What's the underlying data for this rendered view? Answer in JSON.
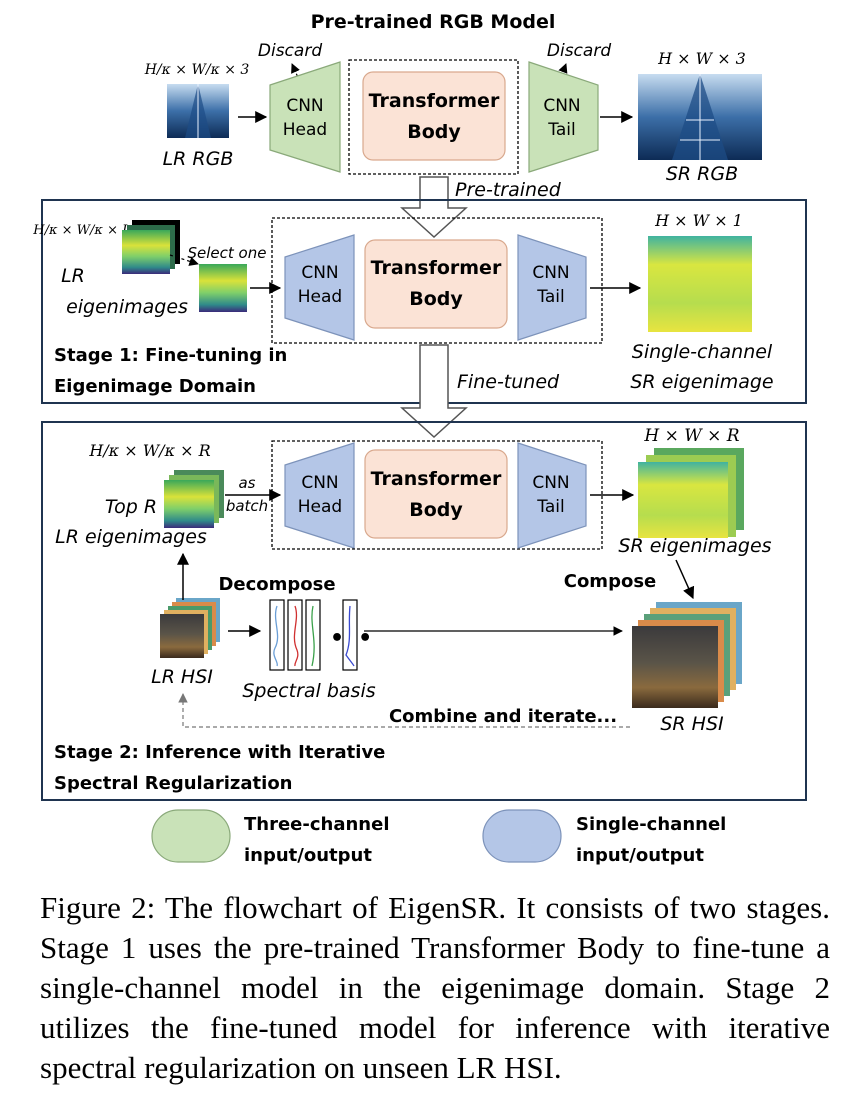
{
  "top": {
    "title": "Pre-trained RGB Model",
    "lr_dims": "H/κ × W/κ × 3",
    "lr_label": "LR RGB",
    "discard_left": "Discard",
    "discard_right": "Discard",
    "head": [
      "CNN",
      "Head"
    ],
    "body": [
      "Transformer",
      "Body"
    ],
    "tail": [
      "CNN",
      "Tail"
    ],
    "sr_dims": "H × W × 3",
    "sr_label": "SR RGB",
    "arrow_label": "Pre-trained"
  },
  "stage1": {
    "lr_dims": "H/κ × W/κ × L",
    "select_label": "Select one",
    "lr_label": [
      "LR",
      "eigenimages"
    ],
    "head": [
      "CNN",
      "Head"
    ],
    "body": [
      "Transformer",
      "Body"
    ],
    "tail": [
      "CNN",
      "Tail"
    ],
    "sr_dims": "H × W × 1",
    "sr_label": [
      "Single-channel",
      "SR eigenimage"
    ],
    "title": [
      "Stage 1: Fine-tuning in",
      "Eigenimage Domain"
    ],
    "arrow_label": "Fine-tuned"
  },
  "stage2": {
    "lr_dims": "H/κ × W/κ × R",
    "batch_label": [
      "as",
      "batch"
    ],
    "lr_label": [
      "Top R",
      "LR eigenimages"
    ],
    "head": [
      "CNN",
      "Head"
    ],
    "body": [
      "Transformer",
      "Body"
    ],
    "tail": [
      "CNN",
      "Tail"
    ],
    "sr_dims": "H × W × R",
    "sr_label": "SR eigenimages",
    "decompose": "Decompose",
    "compose": "Compose",
    "hsi_label": "LR HSI",
    "basis_label": "Spectral basis",
    "sr_hsi_label": "SR HSI",
    "combine_label": "Combine and iterate...",
    "title": [
      "Stage 2: Inference with Iterative",
      "Spectral Regularization"
    ]
  },
  "legend": {
    "three": [
      "Three-channel",
      "input/output"
    ],
    "single": [
      "Single-channel",
      "input/output"
    ],
    "colors": {
      "three": "#c9e2b8",
      "single": "#b4c6e7",
      "body": "#fbe3d6"
    }
  },
  "caption": "Figure 2: The flowchart of EigenSR. It consists of two stages. Stage 1 uses the pre-trained Transformer Body to fine-tune a single-channel model in the eigenimage domain. Stage 2 utilizes the fine-tuned model for inference with iterative spectral regularization on unseen LR HSI."
}
